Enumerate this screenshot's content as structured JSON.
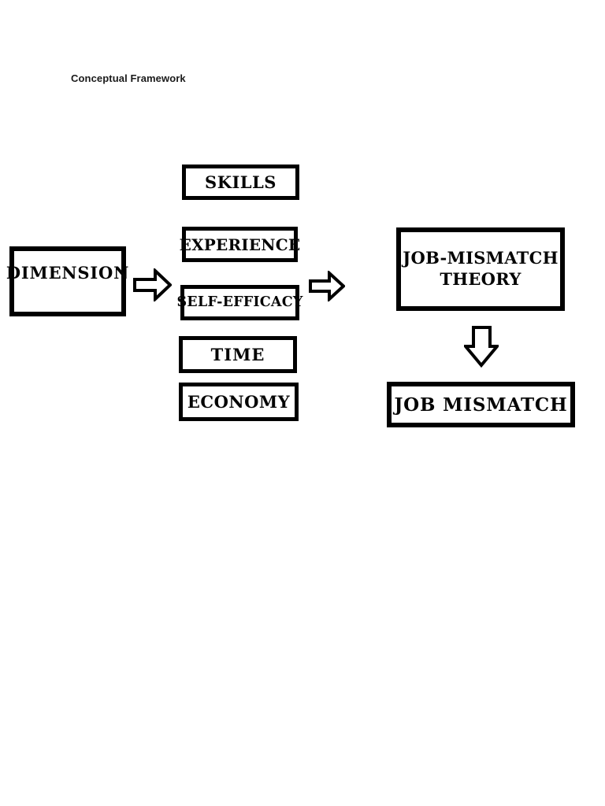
{
  "page": {
    "title": "Conceptual Framework"
  },
  "diagram": {
    "source": {
      "label": "DIMENSION"
    },
    "factors": [
      {
        "label": "SKILLS"
      },
      {
        "label": "EXPERIENCE"
      },
      {
        "label": "SELF-EFFICACY"
      },
      {
        "label": "TIME"
      },
      {
        "label": "ECONOMY"
      }
    ],
    "theory": {
      "line1": "JOB-MISMATCH",
      "line2": "THEORY"
    },
    "outcome": {
      "label": "JOB MISMATCH"
    },
    "icons": [
      "right-arrow",
      "right-arrow",
      "down-arrow"
    ],
    "colors": {
      "border": "#000000",
      "fill": "#ffffff",
      "text": "#050505",
      "background": "#ffffff"
    }
  }
}
